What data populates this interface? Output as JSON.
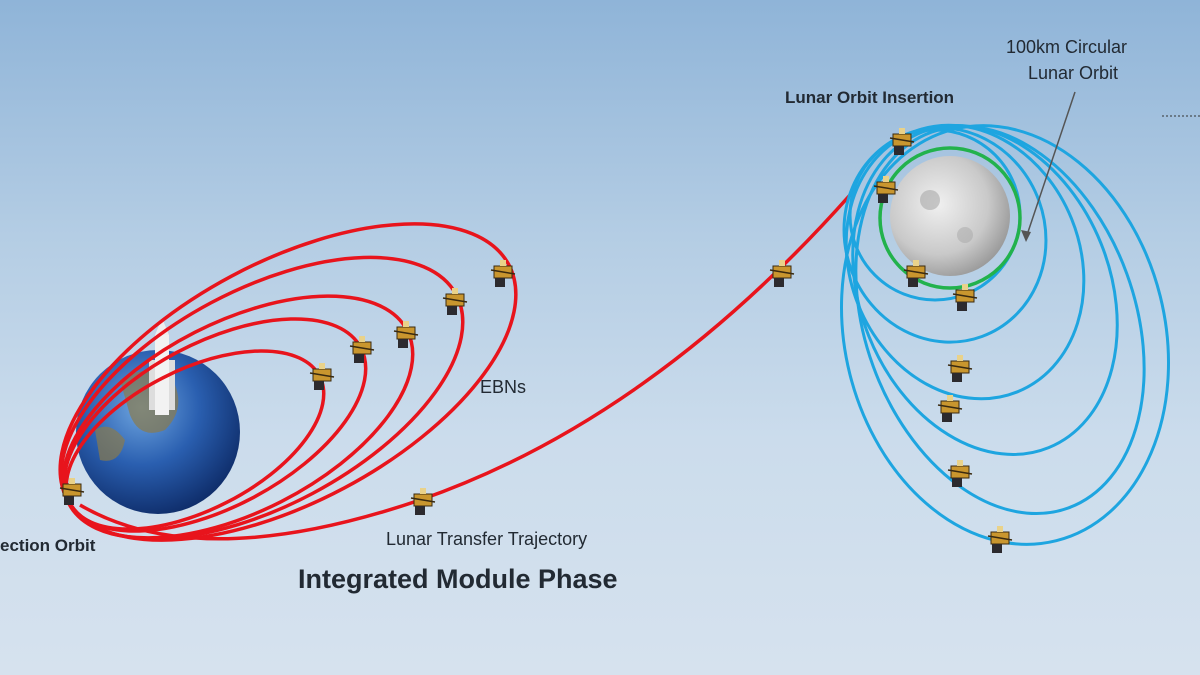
{
  "labels": {
    "injection_orbit": "ection Orbit",
    "ebns": "EBNs",
    "lunar_transfer": "Lunar Transfer Trajectory",
    "title": "Integrated Module Phase",
    "loi": "Lunar Orbit Insertion",
    "circular_line1": "100km Circular",
    "circular_line2": "Lunar Orbit"
  },
  "colors": {
    "earth_orbits": "#e8141c",
    "lunar_orbits": "#1ea5e0",
    "final_orbit": "#22b24c"
  }
}
